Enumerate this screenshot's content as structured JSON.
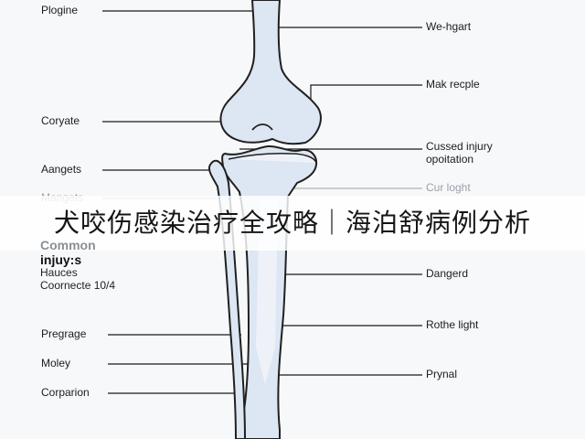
{
  "diagram": {
    "left_labels": [
      {
        "id": "l1",
        "text": "Plogine"
      },
      {
        "id": "l2",
        "text": "Coryate"
      },
      {
        "id": "l3",
        "text": "Aangets"
      },
      {
        "id": "l4",
        "text": "Mangets"
      },
      {
        "id": "l5",
        "text": "Pregrage"
      },
      {
        "id": "l6",
        "text": "Moley"
      },
      {
        "id": "l7",
        "text": "Corparion"
      }
    ],
    "right_labels": [
      {
        "id": "r1",
        "text": "We-hgart"
      },
      {
        "id": "r2",
        "text": "Mak recple"
      },
      {
        "id": "r3",
        "lines": [
          "Cussed injury",
          "opoitation"
        ]
      },
      {
        "id": "r4",
        "text": "Cur loght"
      },
      {
        "id": "r5",
        "text": "Dangerd"
      },
      {
        "id": "r6",
        "text": "Rothe light"
      },
      {
        "id": "r7",
        "text": "Prynal"
      }
    ],
    "common_block": [
      "Common",
      "injuy:s",
      "Hauces",
      "Coornecte 10/4"
    ]
  },
  "headline": "犬咬伤感染治疗全攻略｜海泊舒病例分析",
  "colors": {
    "bone_fill": "#dde6f3",
    "bone_stroke": "#202020",
    "line": "#1a1a1a"
  }
}
